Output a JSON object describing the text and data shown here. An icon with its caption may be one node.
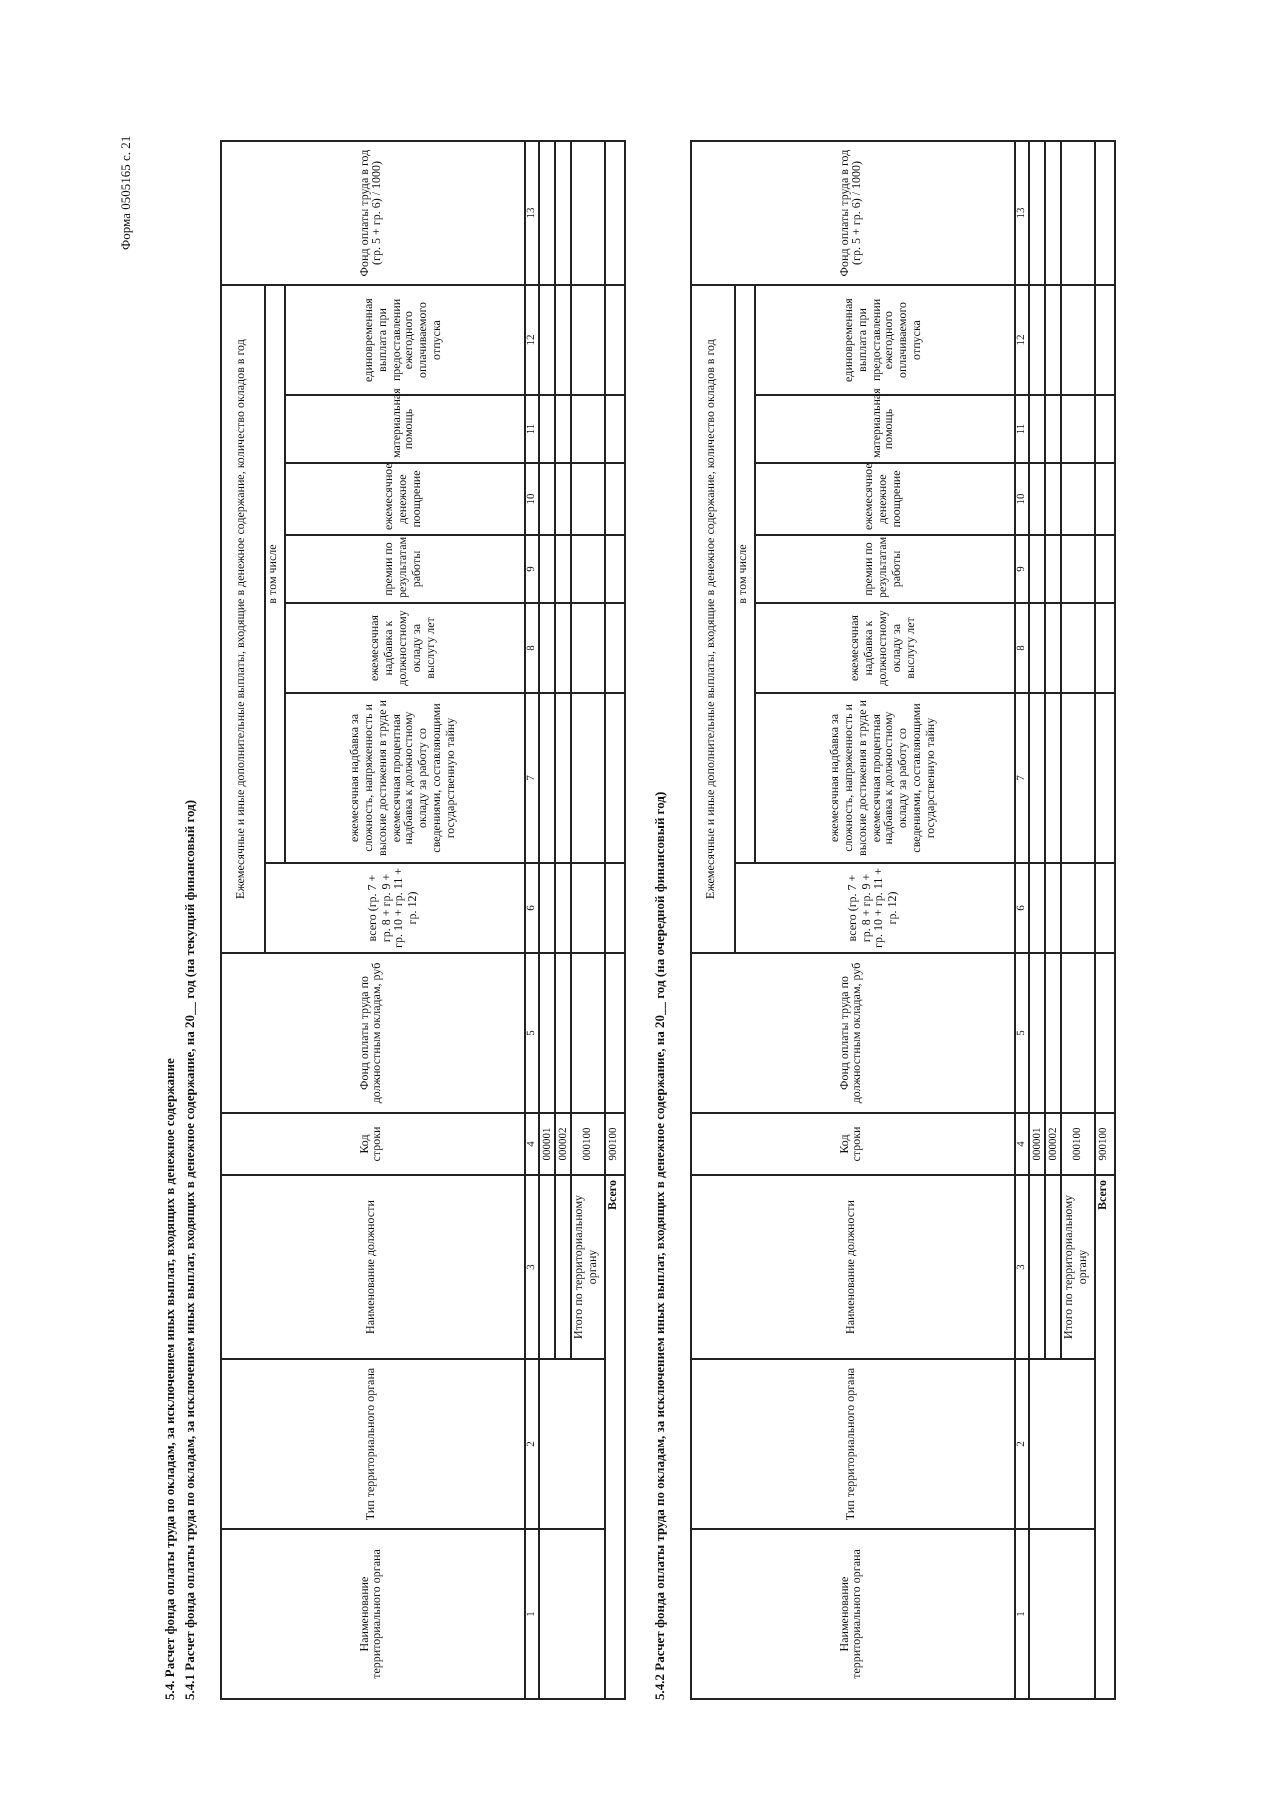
{
  "diagram": {
    "title": "5.4. Расчет фонда оплаты труда по окладам, за исключением иных выплат, входящих в денежное содержание",
    "labels": [
      "Форма 0505165 с. 21",
      "5.4.1 Расчет фонда оплаты труда по окладам, за исключением иных выплат, входящих в денежное содержание, на 20__ год (на текущий финансовый год)",
      "Наименование территориального органа",
      "Тип территориального органа",
      "Наименование должности",
      "Код строки",
      "Фонд оплаты труда по должностным окладам, руб",
      "Ежемесячные и иные дополнительные выплаты, входящие в денежное содержание, количество окладов в год",
      "Фонд оплаты труда в год (гр. 5 + гр. 6) / 1000)",
      "всего (гр. 7 + гр. 8 + гр. 9 + гр. 10 + гр. 11 + гр. 12)",
      "в том числе",
      "ежемесячная надбавка за сложность, напряженность и высокие достижения в труде и ежемесячная процентная надбавка к должностному окладу за работу со сведениями, составляющими государственную тайну",
      "ежемесячная надбавка к должностному окладу за выслугу лет",
      "премии по результатам работы",
      "ежемесячное денежное поощрение",
      "материальная помощь",
      "единовременная выплата при предоставлении ежегодного оплачиваемого отпуска",
      "1",
      "2",
      "3",
      "4",
      "5",
      "6",
      "7",
      "8",
      "9",
      "10",
      "11",
      "12",
      "13",
      "000001",
      "000002",
      "Итого по территориальному органу",
      "000100",
      "Всего",
      "900100",
      "5.4.2 Расчет фонда оплаты труда по окладам, за исключением иных выплат, входящих в денежное содержание, на 20__ год (на очередной финансовый год)",
      "Наименование территориального органа",
      "Тип территориального органа",
      "Наименование должности",
      "Код строки",
      "Фонд оплаты труда по должностным окладам, руб",
      "Ежемесячные и иные дополнительные выплаты, входящие в денежное содержание, количество окладов в год",
      "Фонд оплаты труда в год (гр. 5 + гр. 6) / 1000)",
      "всего (гр. 7 + гр. 8 + гр. 9 + гр. 10 + гр. 11 + гр. 12)",
      "в том числе",
      "ежемесячная надбавка за сложность, напряженность и высокие достижения в труде и ежемесячная процентная надбавка к должностному окладу за работу со сведениями, составляющими государственную тайну",
      "ежемесячная надбавка к должностному окладу за выслугу лет",
      "премии по результатам работы",
      "ежемесячное денежное поощрение",
      "материальная помощь",
      "единовременная выплата при предоставлении ежегодного оплачиваемого отпуска",
      "1",
      "2",
      "3",
      "4",
      "5",
      "6",
      "7",
      "8",
      "9",
      "10",
      "11",
      "12",
      "13",
      "000001",
      "000002",
      "Итого по территориальному органу",
      "000100",
      "Всего",
      "900100"
    ]
  }
}
